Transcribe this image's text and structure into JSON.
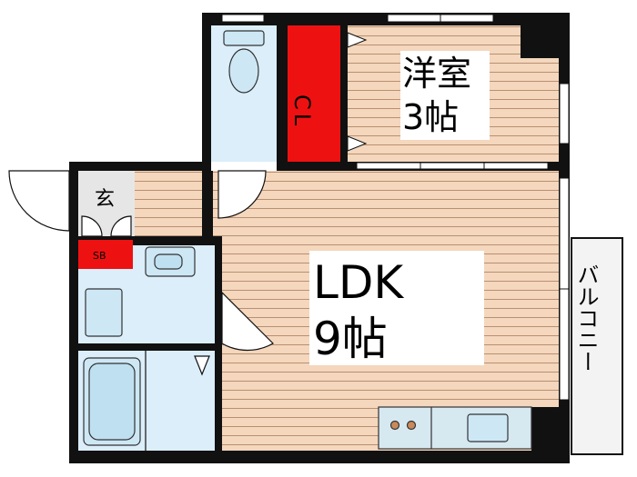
{
  "rooms": {
    "western": {
      "name": "洋室",
      "size": "3帖"
    },
    "ldk": {
      "name": "LDK",
      "size": "9帖"
    },
    "closet": {
      "label": "CL"
    },
    "entrance": {
      "label": "玄"
    },
    "shoe_box": {
      "label": "SB"
    },
    "balcony": {
      "label": "バルコニー"
    }
  },
  "colors": {
    "wall": "#111111",
    "wood_floor": "#f4d7bd",
    "wood_line": "#b98f73",
    "water_room": "#dbeefa",
    "closet": "#ee1111",
    "entrance_floor": "#e6e6e6",
    "balcony_floor": "#f3f3f3",
    "label_bg": "#ffffff"
  }
}
